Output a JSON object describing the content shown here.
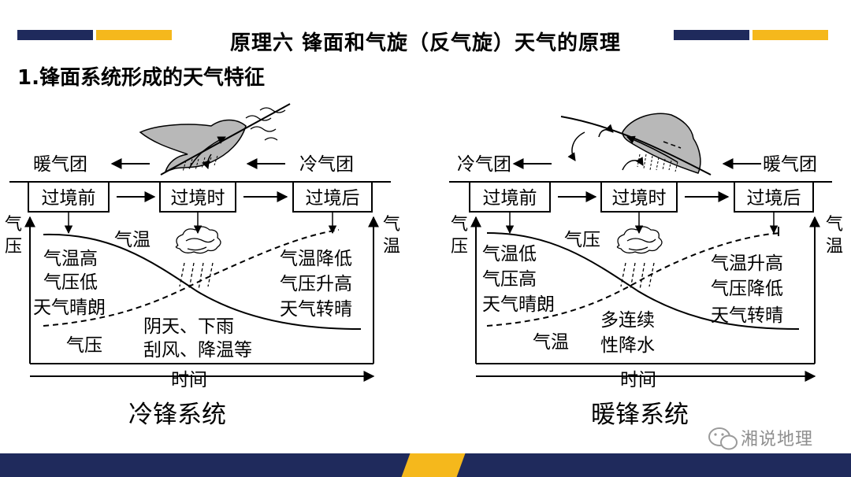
{
  "header": {
    "title": "原理六 锋面和气旋（反气旋）天气的原理",
    "subtitle": "1.锋面系统形成的天气特征"
  },
  "colors": {
    "navy": "#1f2a5c",
    "gold": "#f5b81c",
    "cloud": "#b8b8b8"
  },
  "cold_front": {
    "caption": "冷锋系统",
    "left_air_mass": "暖气团",
    "right_air_mass": "冷气团",
    "stages": [
      "过境前",
      "过境时",
      "过境后"
    ],
    "left_axis": [
      "气",
      "压"
    ],
    "right_axis": [
      "气",
      "温"
    ],
    "time_label": "时间",
    "curve_label_top": "气温",
    "curve_label_bottom": "气压",
    "before_lines": [
      "气温高",
      "气压低",
      "天气晴朗"
    ],
    "during_lines": [
      "阴天、下雨",
      "刮风、降温等"
    ],
    "after_lines": [
      "气温降低",
      "气压升高",
      "天气转晴"
    ]
  },
  "warm_front": {
    "caption": "暖锋系统",
    "left_air_mass": "冷气团",
    "right_air_mass": "暖气团",
    "stages": [
      "过境前",
      "过境时",
      "过境后"
    ],
    "left_axis": [
      "气",
      "压"
    ],
    "right_axis": [
      "气",
      "温"
    ],
    "time_label": "时间",
    "curve_label_top": "气压",
    "curve_label_bottom": "气温",
    "before_lines": [
      "气温低",
      "气压高",
      "天气晴朗"
    ],
    "during_lines": [
      "多连续",
      "性降水"
    ],
    "after_lines": [
      "气温升高",
      "气压降低",
      "天气转晴"
    ]
  },
  "watermark": "湘说地理"
}
